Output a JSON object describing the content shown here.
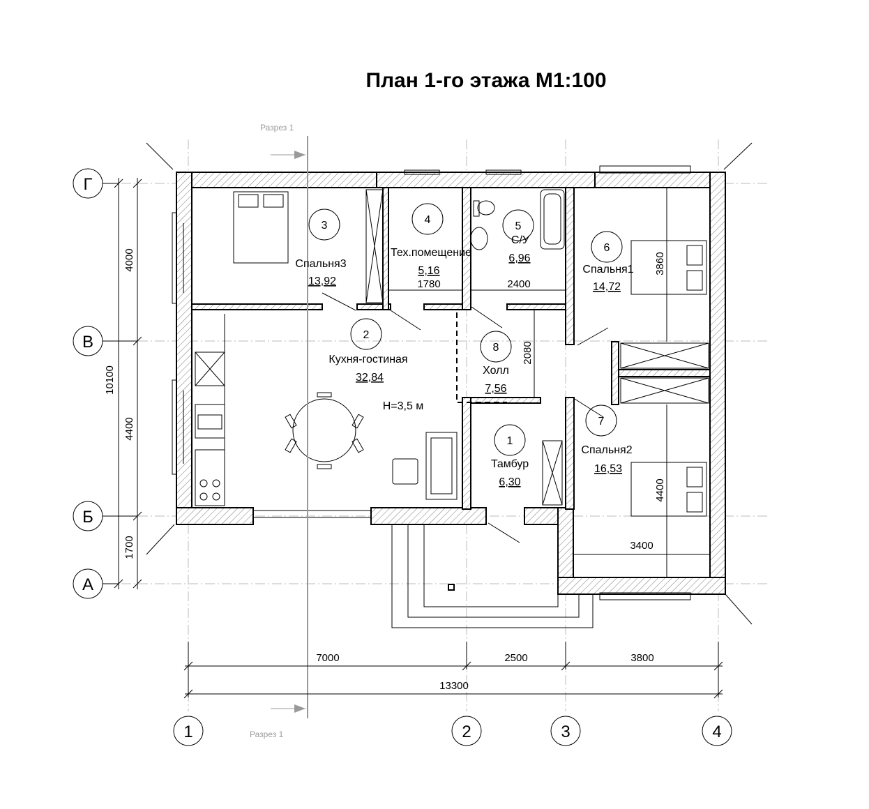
{
  "title": "План 1-го этажа М1:100",
  "section": {
    "label_top": "Разрез 1",
    "label_bottom": "Разрез 1"
  },
  "axes_rows": [
    "Г",
    "В",
    "Б",
    "А"
  ],
  "axes_cols": [
    "1",
    "2",
    "3",
    "4"
  ],
  "rooms": [
    {
      "num": "1",
      "name": "Тамбур",
      "area": "6,30"
    },
    {
      "num": "2",
      "name": "Кухня-гостиная",
      "area": "32,84"
    },
    {
      "num": "3",
      "name": "Спальня3",
      "area": "13,92"
    },
    {
      "num": "4",
      "name": "Тех.помещение",
      "area": "5,16"
    },
    {
      "num": "5",
      "name": "С/У",
      "area": "6,96"
    },
    {
      "num": "6",
      "name": "Спальня1",
      "area": "14,72"
    },
    {
      "num": "7",
      "name": "Спальня2",
      "area": "16,53"
    },
    {
      "num": "8",
      "name": "Холл",
      "area": "7,56"
    }
  ],
  "height_note": "H=3,5 м",
  "dims": {
    "left_4000": "4000",
    "left_4400": "4400",
    "left_1700": "1700",
    "left_total": "10100",
    "bottom_7000": "7000",
    "bottom_2500": "2500",
    "bottom_3800": "3800",
    "bottom_total": "13300",
    "in_1780": "1780",
    "in_2400": "2400",
    "in_2080": "2080",
    "in_3860": "3860",
    "in_4400": "4400",
    "in_3400": "3400"
  }
}
